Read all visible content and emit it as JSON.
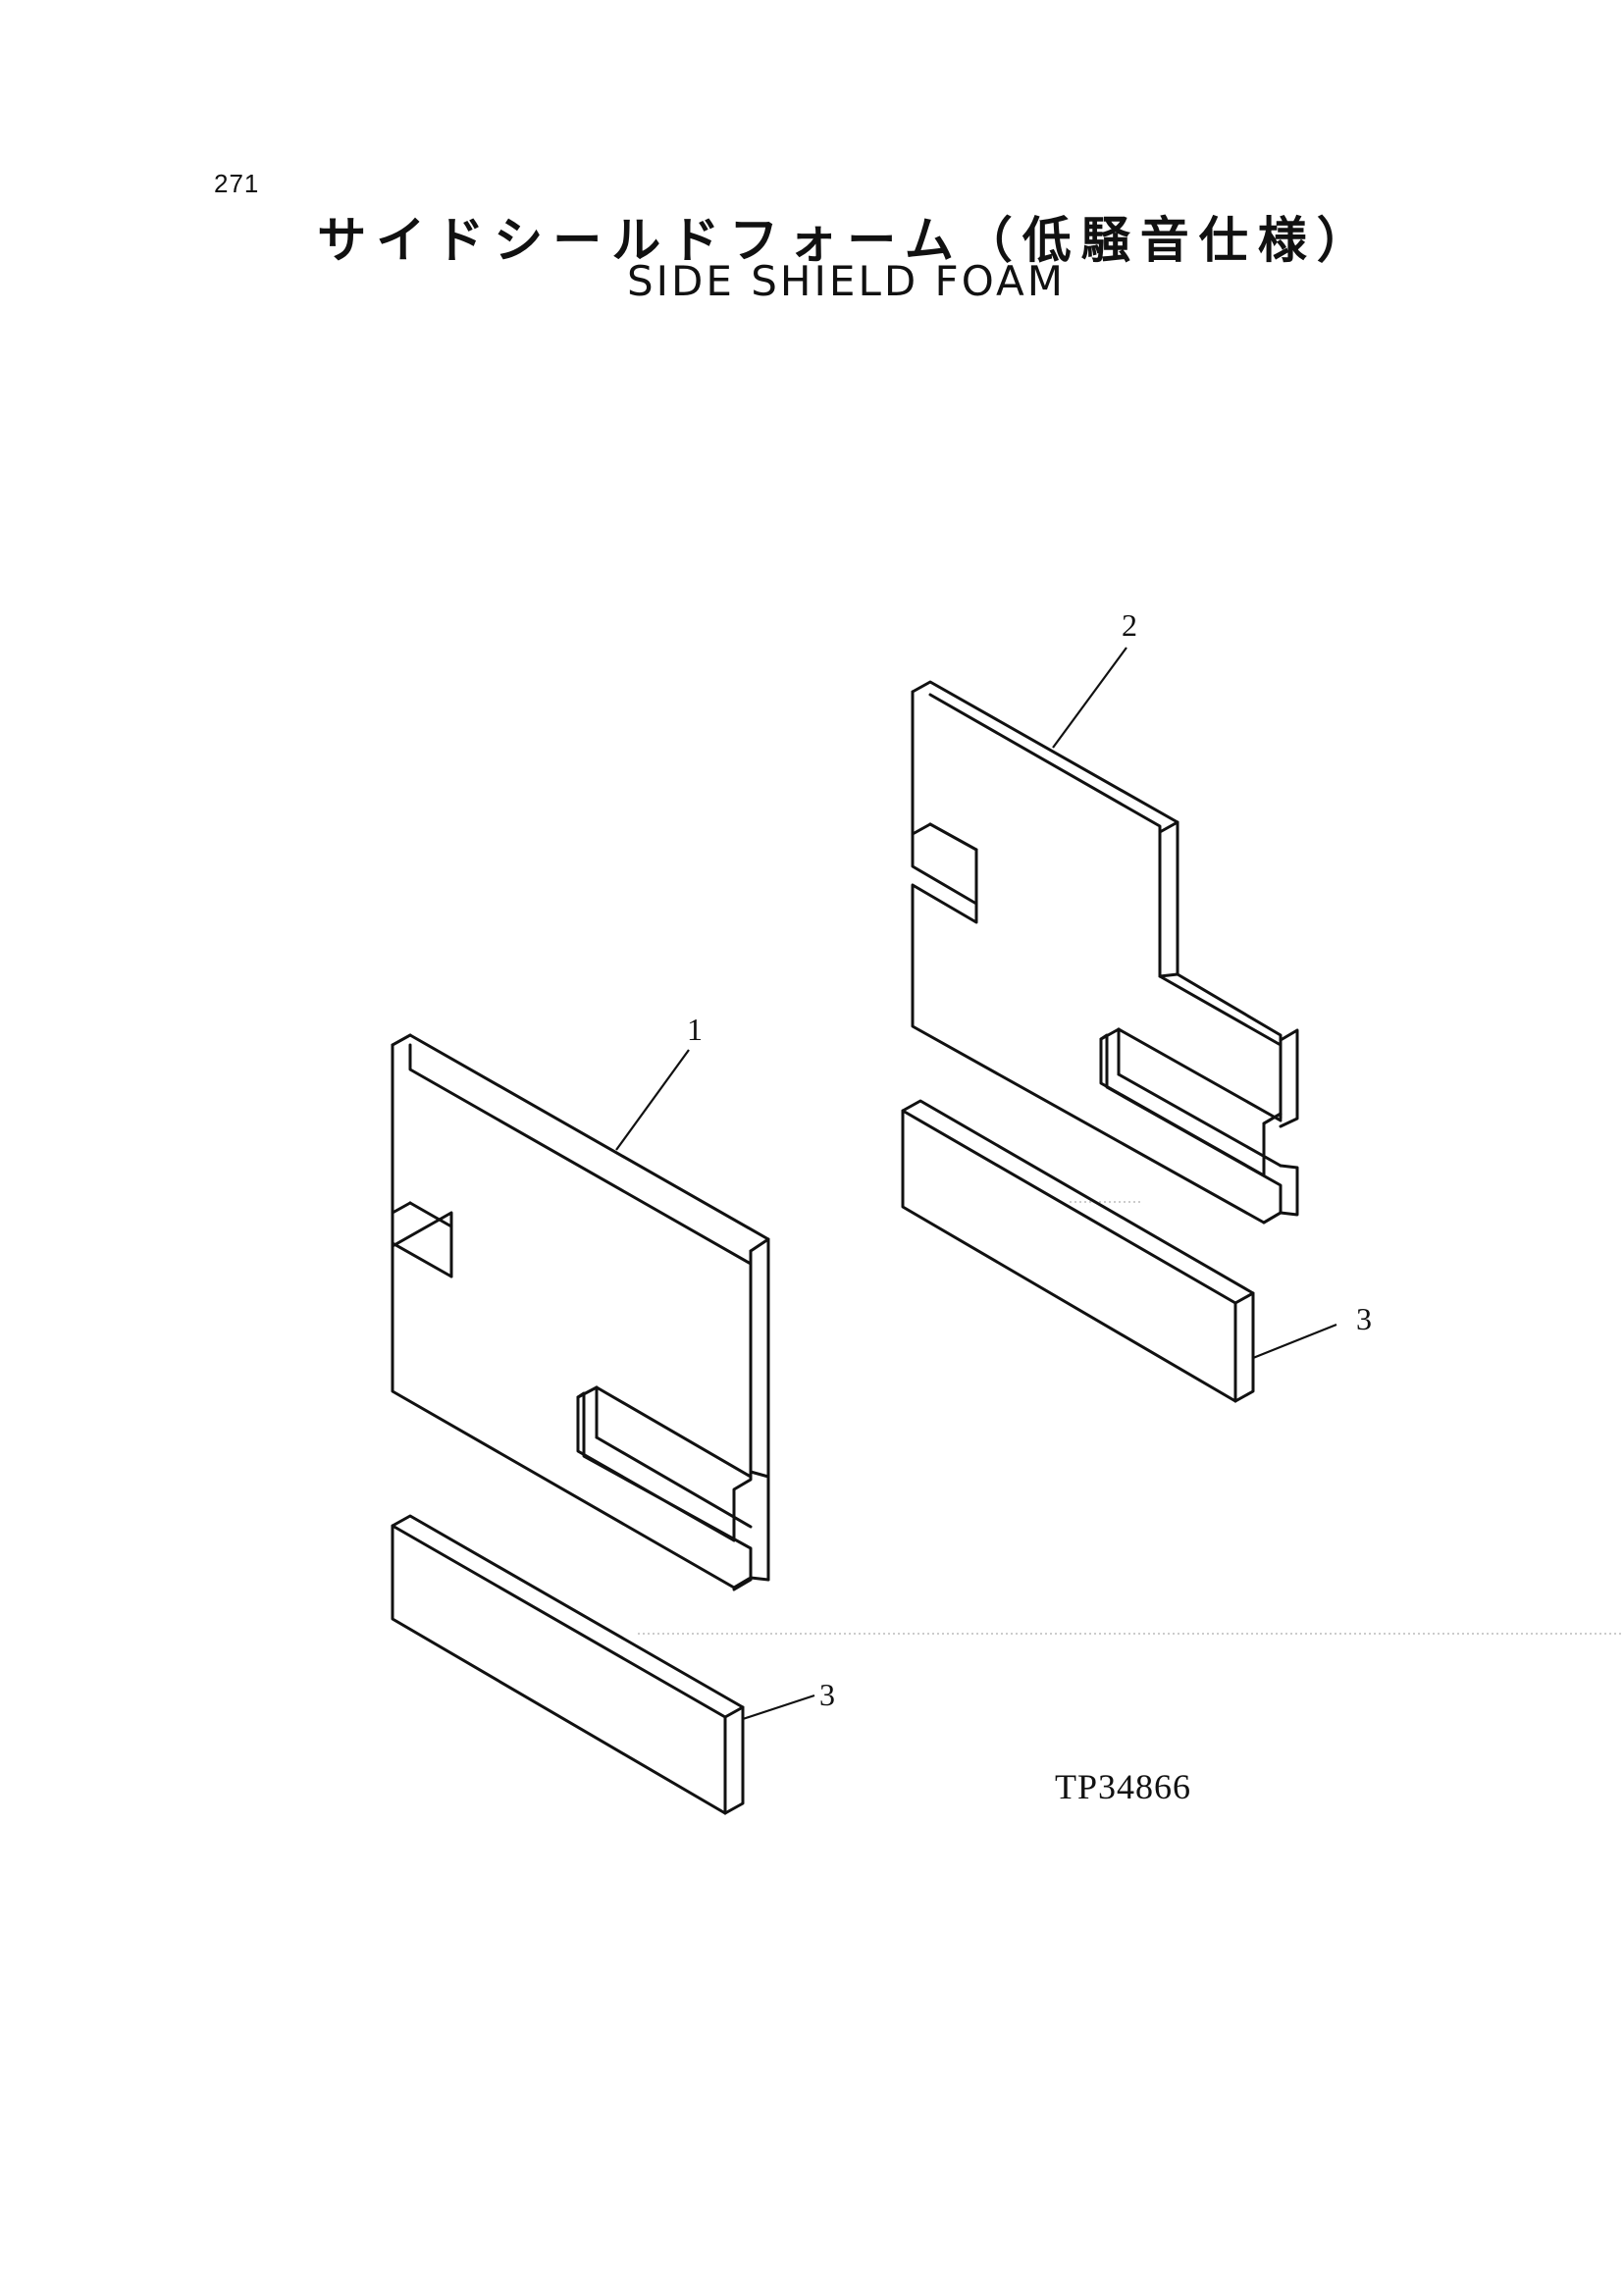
{
  "page": {
    "number": "271",
    "title_jp": "サイドシールドフォーム（低騒音仕様）",
    "title_en": "SIDE SHIELD FOAM",
    "reference_code": "TP34866"
  },
  "callouts": {
    "part1": "1",
    "part2": "2",
    "part3_left": "3",
    "part3_right": "3"
  },
  "colors": {
    "line": "#111111",
    "background": "#ffffff"
  }
}
